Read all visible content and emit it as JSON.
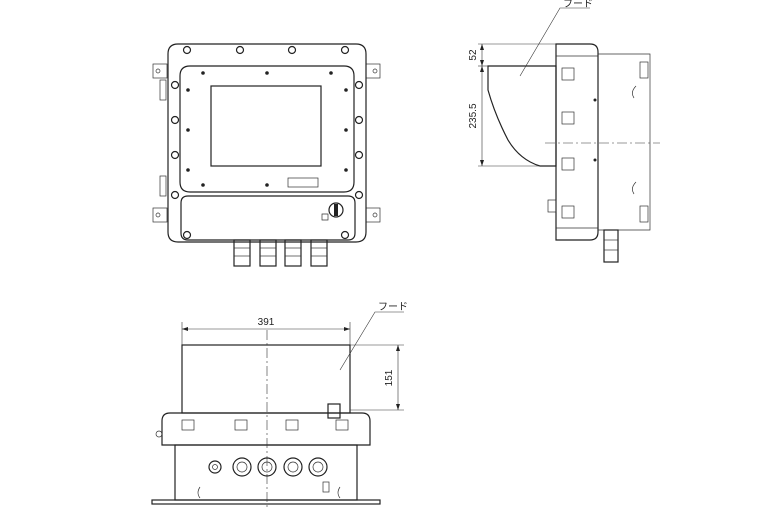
{
  "drawing": {
    "side_view": {
      "hood_label": "フード",
      "dim_top": "52",
      "dim_hood_height": "235.5"
    },
    "bottom_view": {
      "hood_label": "フード",
      "dim_width": "391",
      "dim_hood_depth": "151"
    }
  }
}
